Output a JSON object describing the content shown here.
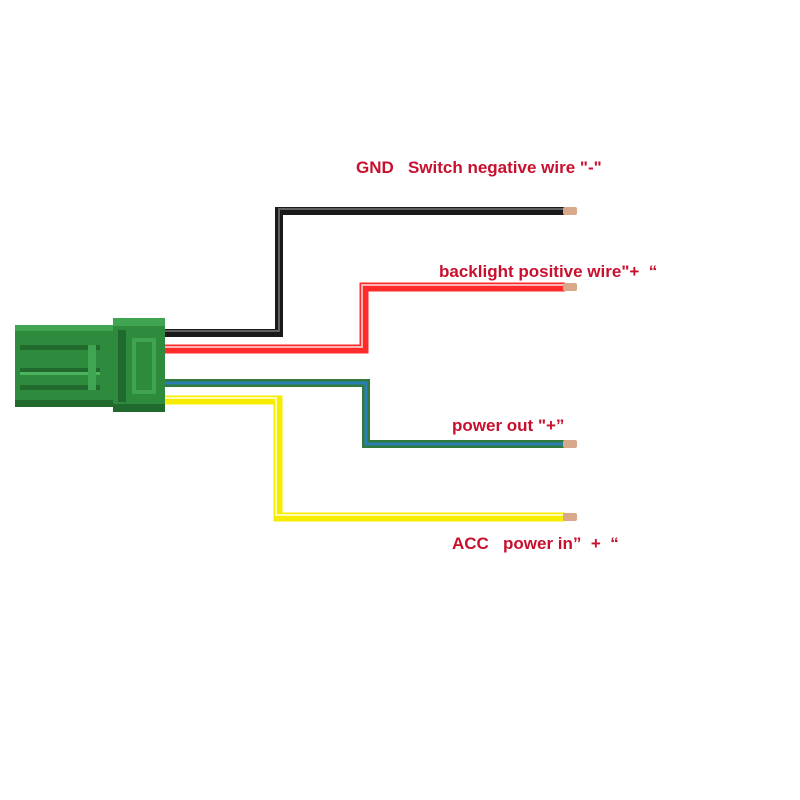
{
  "colors": {
    "label_text": "#c8102e",
    "connector_body": "#2e8b3e",
    "connector_dark": "#1f6a2c",
    "connector_light": "#3fa552",
    "wire_black": "#1a1a1a",
    "wire_red": "#ff2a2a",
    "wire_red_light": "#ffb3b3",
    "wire_blue": "#2a7db5",
    "wire_green": "#2f7a3c",
    "wire_yellow": "#f5ec00",
    "wire_yellow_light": "#fffbb0",
    "wire_tip": "#d7a98a"
  },
  "wires": [
    {
      "id": "gnd",
      "label": "GND   Switch negative wire \"-\"",
      "color_key": "wire_black"
    },
    {
      "id": "backlight",
      "label": "backlight positive wire\"+  “",
      "color_key": "wire_red"
    },
    {
      "id": "power_out",
      "label": "power out \"+”",
      "color_key": "wire_blue"
    },
    {
      "id": "acc",
      "label": "ACC   power in”  +  “",
      "color_key": "wire_yellow"
    }
  ],
  "connector": {
    "icon": "wire-connector-icon"
  }
}
